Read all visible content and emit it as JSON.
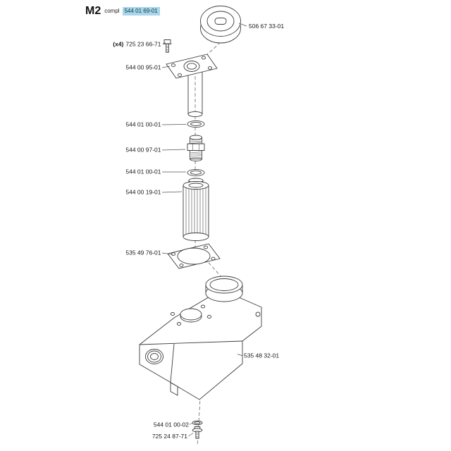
{
  "header": {
    "model": "M2",
    "compl_label": "compl",
    "assembly_number": "544 01 69-01"
  },
  "colors": {
    "highlight_bg": "#a9d6ea",
    "diagram_line": "#3c3c3c",
    "text": "#1a1a1a"
  },
  "parts": {
    "filler_cap": {
      "number": "506 67 33-01"
    },
    "cover_screws": {
      "qty": "(x4)",
      "number": "725 23 66-71"
    },
    "tank_cover": {
      "number": "544 00 95-01"
    },
    "oring_upper": {
      "number": "544 01 00-01"
    },
    "nipple": {
      "number": "544 00 97-01"
    },
    "oring_lower": {
      "number": "544 01 00-01"
    },
    "filter": {
      "number": "544 00 19-01"
    },
    "gasket": {
      "number": "535 49 76-01"
    },
    "tank_body": {
      "number": "535 48 32-01"
    },
    "seal_washer": {
      "number": "544 01 00-02"
    },
    "drain_screw": {
      "number": "725 24 87-71"
    }
  }
}
